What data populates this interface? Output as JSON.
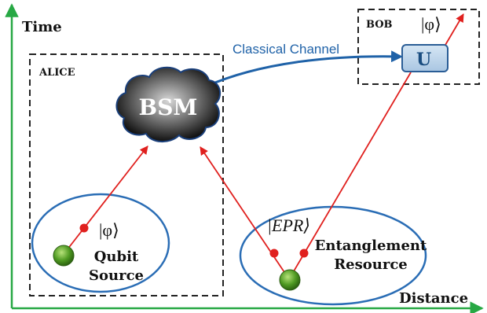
{
  "axes": {
    "y_label": "Time",
    "x_label": "Distance",
    "axis_color": "#27a844"
  },
  "alice": {
    "label": "ALICE"
  },
  "bob": {
    "label": "BOB",
    "state": "|φ⟩",
    "operator": "U"
  },
  "bsm": {
    "label": "BSM"
  },
  "channel": {
    "label": "Classical Channel",
    "color": "#1f62a8"
  },
  "qubit_source": {
    "state": "|φ⟩",
    "label_line1": "Qubit",
    "label_line2": "Source"
  },
  "entanglement": {
    "state": "|EPR⟩",
    "label_line1": "Entanglement",
    "label_line2": "Resource"
  },
  "colors": {
    "particle_line": "#e0201e",
    "ellipse": "#2a6db5",
    "source_ball": "#4a9a22",
    "operator_box": "#bcd4ea"
  }
}
